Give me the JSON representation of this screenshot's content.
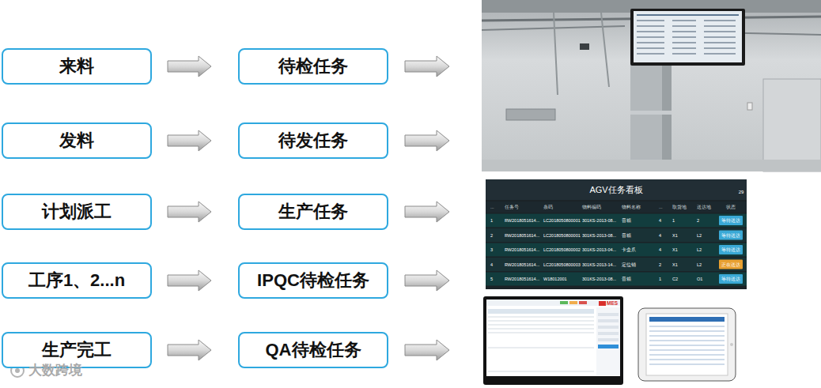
{
  "diagram": {
    "nodes": [
      {
        "text": [
          "来料"
        ]
      },
      {
        "text": [
          "待检任务"
        ]
      },
      {
        "text": [
          "发料"
        ]
      },
      {
        "text": [
          "待发任务"
        ]
      },
      {
        "text": [
          "计划派工"
        ]
      },
      {
        "text": [
          "生产任务"
        ]
      },
      {
        "text": [
          "工序1、2...n"
        ]
      },
      {
        "text": [
          "IPQC待检任务"
        ]
      },
      {
        "text": [
          "生产完工"
        ]
      },
      {
        "text": [
          "QA待检任务"
        ]
      }
    ],
    "edges": [
      {
        "from": 0,
        "to": 1,
        "arrow": "to"
      },
      {
        "from": 2,
        "to": 3,
        "arrow": "to"
      },
      {
        "from": 4,
        "to": 5,
        "arrow": "to"
      },
      {
        "from": 6,
        "to": 7,
        "arrow": "to"
      },
      {
        "from": 8,
        "to": 9,
        "arrow": "to"
      }
    ],
    "labels": [
      "大数跨境",
      "AGV任务看板",
      "29",
      "...",
      "任务号",
      "条码",
      "物料编码",
      "物料名称",
      "...",
      "取货地",
      "送达地",
      "状态",
      "1",
      "RW2018051614...",
      "LC2018050800001",
      "301KS-2013-08...",
      "音箱",
      "4",
      "1",
      "2",
      "等待送达",
      "2",
      "RW2018051614...",
      "LC2018050800001",
      "301KS-2013-08...",
      "音箱",
      "4",
      "X1",
      "L2",
      "等待送达",
      "3",
      "RW2018051614...",
      "LC2018050800002",
      "301KS-2013-04...",
      "卡盒爪",
      "4",
      "X1",
      "L2",
      "等待送达",
      "4",
      "RW2018051614...",
      "LC2018050800003",
      "301KS-2013-14...",
      "定位销",
      "2",
      "X1",
      "L2",
      "正在送达",
      "5",
      "RW2018051614...",
      "W18012001",
      "301KS-2013-08...",
      "音箱",
      "1",
      "C2",
      "O1",
      "等待送达",
      "MES"
    ]
  }
}
